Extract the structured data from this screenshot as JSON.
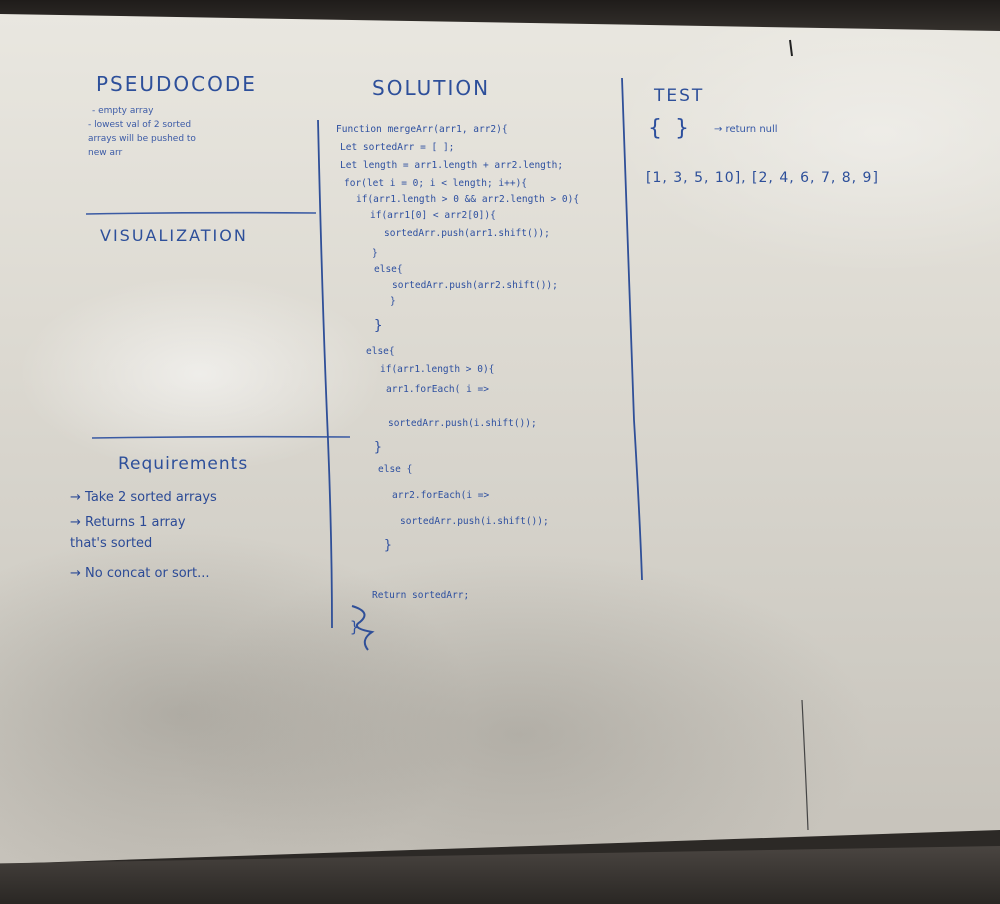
{
  "whiteboard": {
    "pseudocode": {
      "heading": "PSEUDOCODE",
      "notes": [
        "- empty array",
        "- lowest val of 2 sorted",
        "  arrays will be pushed to",
        "  new arr"
      ]
    },
    "visualization": {
      "heading": "VISUALIZATION"
    },
    "requirements": {
      "heading": "Requirements",
      "items": [
        "→ Take 2 sorted arrays",
        "→ Returns 1 array",
        "   that's sorted",
        "→ No concat or sort..."
      ]
    },
    "solution": {
      "heading": "SOLUTION",
      "code_lines": [
        "Function mergeArr(arr1, arr2){",
        "Let sortedArr = [ ];",
        "Let length = arr1.length + arr2.length;",
        "for(let i = 0; i < length; i++){",
        "if(arr1.length > 0 && arr2.length > 0){",
        "if(arr1[0] < arr2[0]){",
        "sortedArr.push(arr1.shift());",
        "}",
        "else{",
        "sortedArr.push(arr2.shift());",
        "}",
        "}",
        "else{",
        "if(arr1.length > 0){",
        "arr1.forEach( i =>",
        "sortedArr.push(i.shift());",
        "}",
        "else {",
        "arr2.forEach(i =>",
        "sortedArr.push(i.shift());",
        "}",
        "Return sortedArr;",
        "}"
      ]
    },
    "test": {
      "heading": "TEST",
      "example_line_1": "{ }",
      "example_note": "→ return null",
      "example_line_2": "[1, 3, 5, 10], [2, 4, 6, 7, 8, 9]"
    }
  },
  "colors": {
    "ink": "#2d4f9a",
    "board": "#e3e0d8",
    "frame": "#2e2b28"
  }
}
